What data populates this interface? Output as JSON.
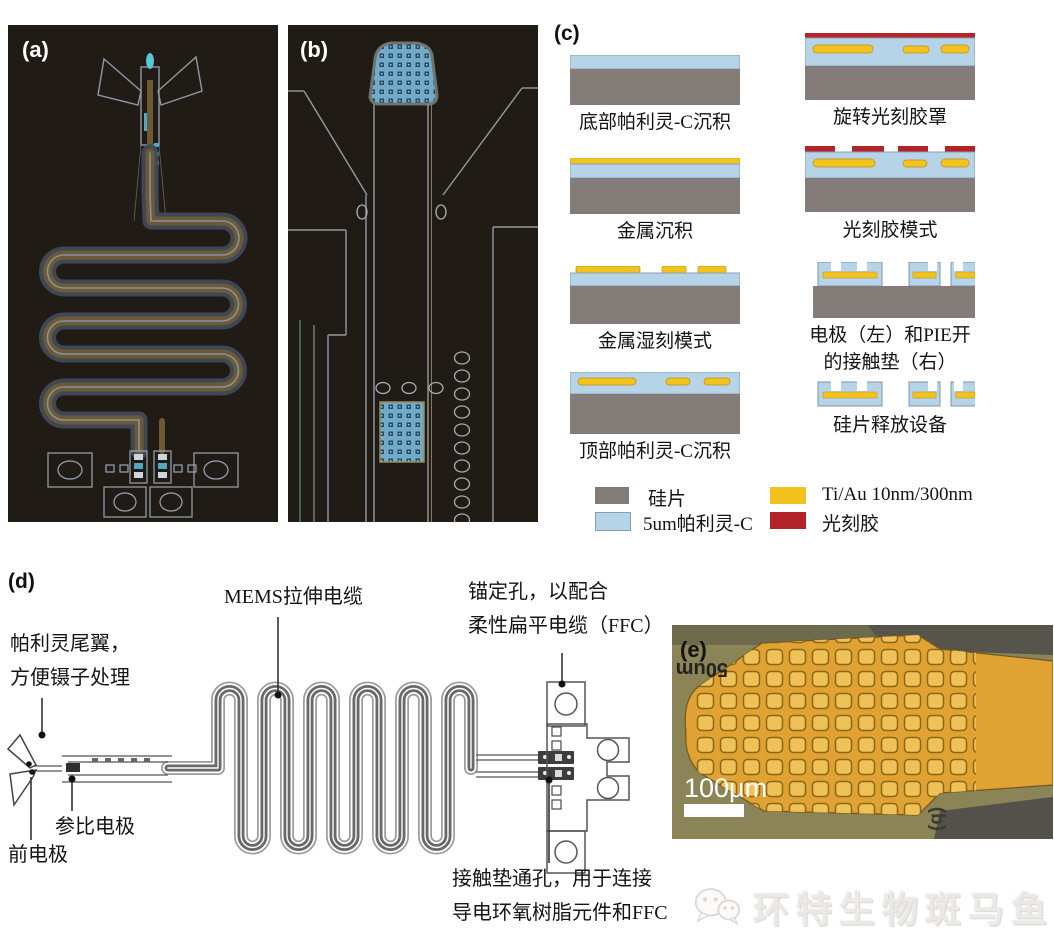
{
  "figure": {
    "panel_a_label": "(a)",
    "panel_b_label": "(b)",
    "panel_c_label": "(c)",
    "panel_d_label": "(d)",
    "panel_e_label": "(e)"
  },
  "panel_c": {
    "left_steps": [
      {
        "caption": "底部帕利灵-C沉积"
      },
      {
        "caption": "金属沉积"
      },
      {
        "caption": "金属湿刻模式"
      },
      {
        "caption": "顶部帕利灵-C沉积"
      }
    ],
    "right_steps": [
      {
        "caption": "旋转光刻胶罩"
      },
      {
        "caption": "光刻胶模式"
      },
      {
        "caption": "电极（左）和PIE开",
        "caption2": "的接触垫（右）"
      },
      {
        "caption": "硅片释放设备"
      }
    ],
    "legend": [
      {
        "label": "硅片",
        "color": "#847c79"
      },
      {
        "label": "5um帕利灵-C",
        "color": "#b7d3e8"
      },
      {
        "label": "Ti/Au 10nm/300nm",
        "color": "#f2c31f"
      },
      {
        "label": "光刻胶",
        "color": "#b5232a"
      }
    ]
  },
  "panel_d": {
    "annotations": {
      "mems_cable": "MEMS拉伸电缆",
      "anchor_line1": "锚定孔，以配合",
      "anchor_line2": "柔性扁平电缆（FFC）",
      "tail_line1": "帕利灵尾翼，",
      "tail_line2": "方便镊子处理",
      "ref_electrode": "参比电极",
      "front_electrode": "前电极",
      "pad_via_line1": "接触垫通孔，用于连接",
      "pad_via_line2": "导电环氧树脂元件和FFC"
    }
  },
  "panel_e": {
    "scale_bar_label": "100μm",
    "tip_rotated_label": "50um",
    "corner_mark": "(q)"
  },
  "watermark": {
    "text": "环特生物斑马鱼"
  }
}
